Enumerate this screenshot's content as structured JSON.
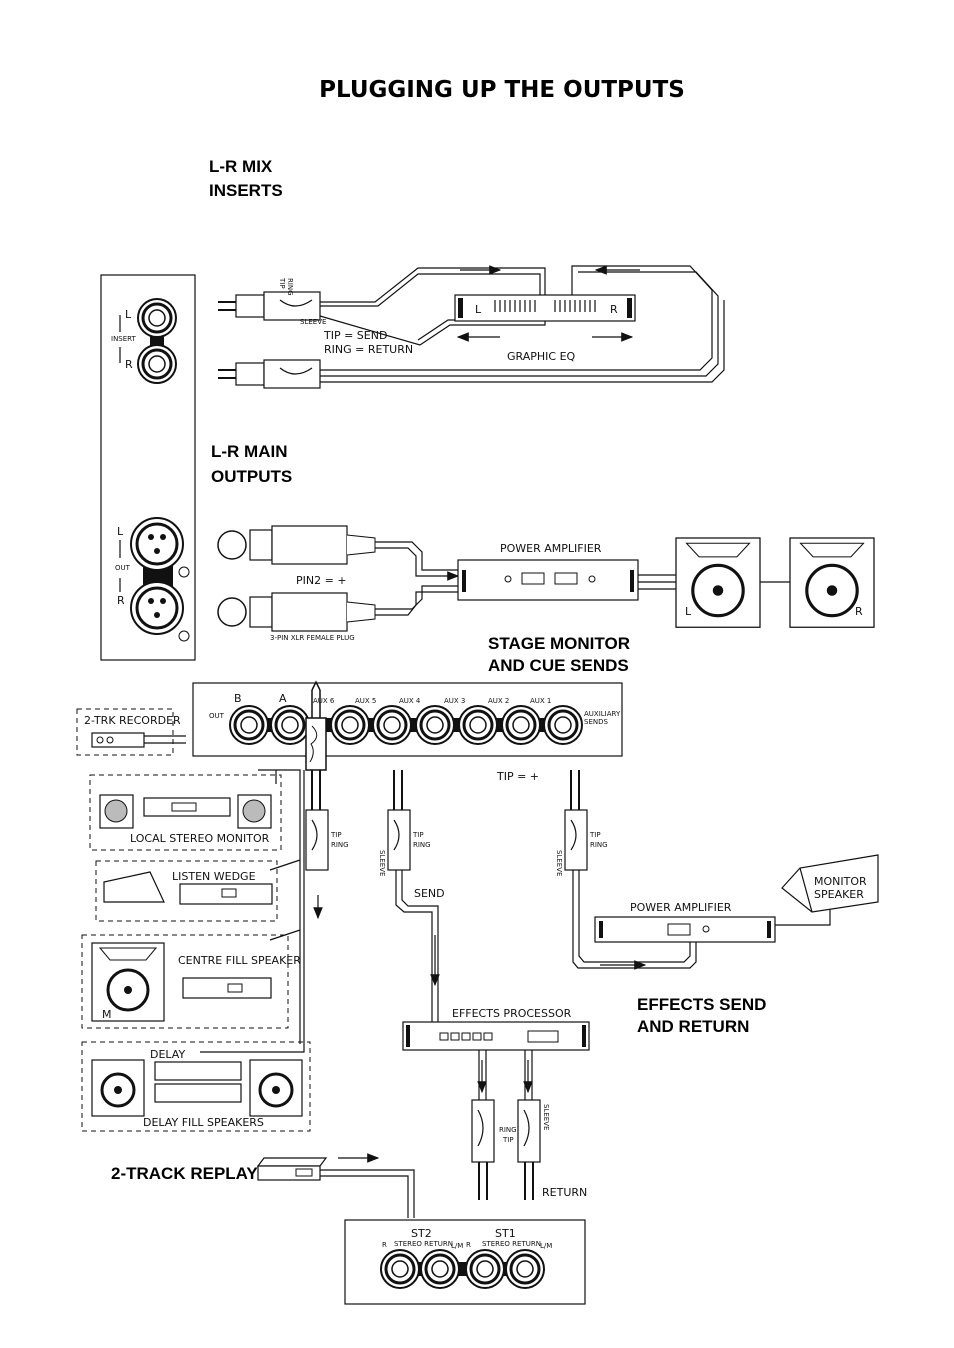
{
  "title": "PLUGGING UP THE OUTPUTS",
  "sections": {
    "inserts": [
      "L-R MIX",
      "INSERTS"
    ],
    "main_outputs": [
      "L-R MAIN",
      "OUTPUTS"
    ],
    "stage_monitor": [
      "STAGE MONITOR",
      "AND CUE SENDS"
    ],
    "effects": [
      "EFFECTS SEND",
      "AND RETURN"
    ],
    "replay": "2-TRACK REPLAY"
  },
  "labels": {
    "insert_l": "L",
    "insert_r": "R",
    "insert_word": "INSERT",
    "ring": "RING",
    "tip": "TIP",
    "sleeve": "SLEEVE",
    "tip_send": "TIP = SEND",
    "ring_return": "RING = RETURN",
    "graphic_eq": "GRAPHIC EQ",
    "eq_l": "L",
    "eq_r": "R",
    "out_l": "L",
    "out_r": "R",
    "out_word": "OUT",
    "pin2": "PIN2 = +",
    "xlr_plug": "3-PIN XLR FEMALE PLUG",
    "power_amp": "POWER AMPLIFIER",
    "spk_l": "L",
    "spk_r": "R",
    "two_trk_recorder": "2-TRK RECORDER",
    "out_b": "B",
    "out_a": "A",
    "aux6": "AUX 6",
    "aux5": "AUX 5",
    "aux4": "AUX 4",
    "aux3": "AUX 3",
    "aux2": "AUX 2",
    "aux1": "AUX 1",
    "auxiliary": "AUXILIARY",
    "sends": "SENDS",
    "out_small": "OUT",
    "tip_plus": "TIP = +",
    "local_stereo_monitor": "LOCAL STEREO MONITOR",
    "listen_wedge": "LISTEN WEDGE",
    "centre_fill": "CENTRE FILL SPEAKER",
    "centre_m": "M",
    "delay": "DELAY",
    "delay_fill": "DELAY FILL SPEAKERS",
    "send": "SEND",
    "monitor_speaker": [
      "MONITOR",
      "SPEAKER"
    ],
    "power_amp_2": "POWER AMPLIFIER",
    "effects_processor": "EFFECTS PROCESSOR",
    "return": "RETURN",
    "st2": "ST2",
    "st1": "ST1",
    "stereo_return": "STEREO RETURN",
    "lm": "L/M",
    "r_small": "R"
  }
}
